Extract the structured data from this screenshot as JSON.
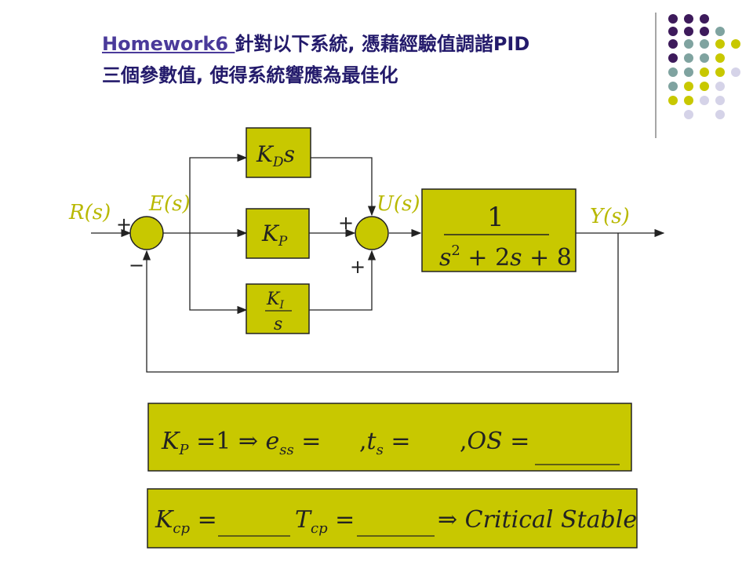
{
  "title": {
    "line1_prefix": "Homework6 ",
    "line1_rest": "針對以下系統, 憑藉經驗值調諧PID",
    "line2": "三個參數值, 使得系統響應為最佳化"
  },
  "colors": {
    "box_fill": "#c8c800",
    "title": "#231a6b",
    "dot_purple": "#3d1a5b",
    "dot_teal": "#7fa3a0",
    "dot_yellow": "#c8c800",
    "dot_lavender": "#d5d3e8"
  },
  "diagram": {
    "input_label": "R(s)",
    "error_label": "E(s)",
    "control_label": "U(s)",
    "output_label": "Y(s)",
    "sum1_plus": "+",
    "sum1_minus": "−",
    "sum2_plus_left": "+",
    "sum2_plus_bottom": "+",
    "kd_block": "K_D s",
    "kp_block": "K_P",
    "ki_block": "K_I / s",
    "plant_num": "1",
    "plant_den": "s² + 2s + 8"
  },
  "questions": {
    "q1": "K_P = 1 ⇒ e_ss = , t_s = , OS =",
    "q2": "K_cp = ____ T_cp = ____ ⇒ Critical Stable"
  }
}
